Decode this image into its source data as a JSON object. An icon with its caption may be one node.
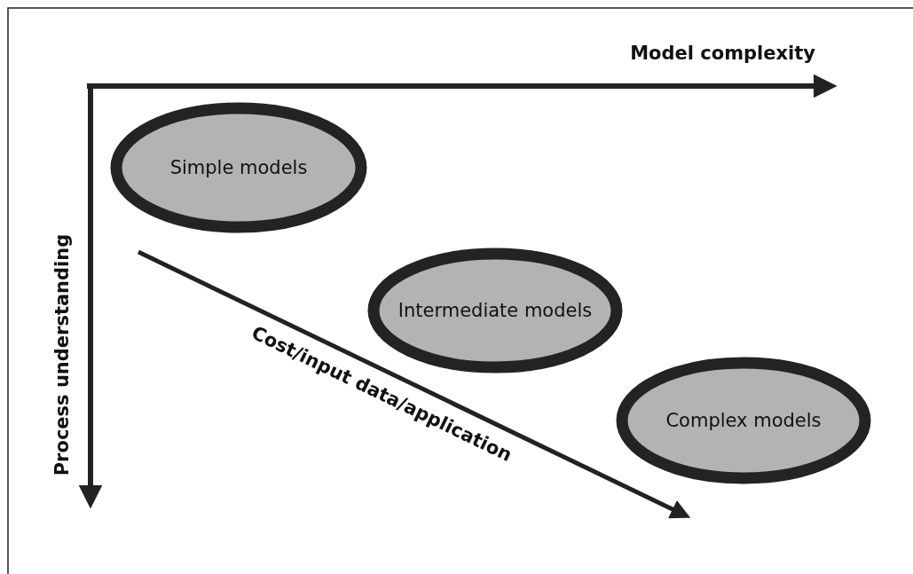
{
  "diagram": {
    "nodes": [
      {
        "text": [
          "Simple models"
        ]
      },
      {
        "text": [
          "Intermediate models"
        ]
      },
      {
        "text": [
          "Complex models"
        ]
      }
    ],
    "labels": [
      "Model complexity",
      "Process understanding",
      "Cost/input data/application"
    ]
  }
}
